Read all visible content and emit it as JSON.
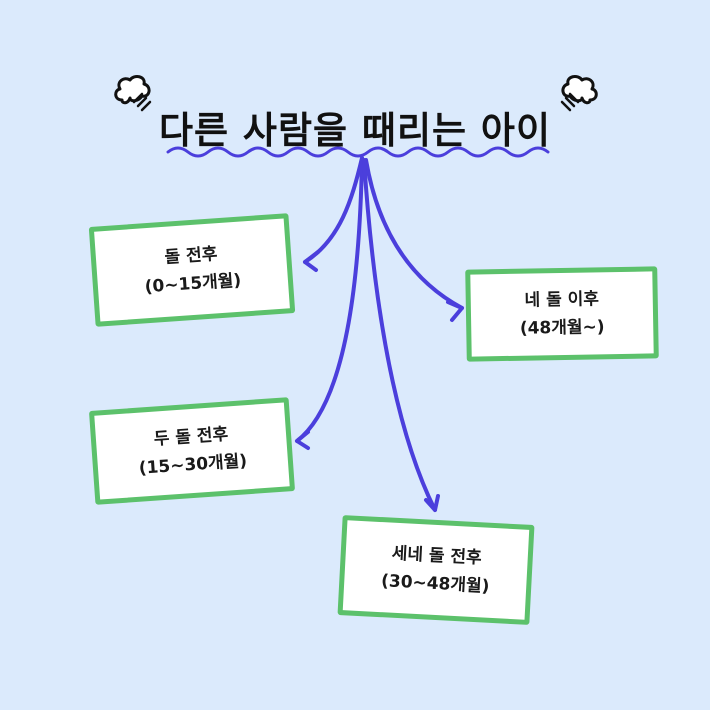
{
  "title": "다른 사람을 때리는 아이",
  "colors": {
    "background": "#dbeafc",
    "arrow": "#4b3fdc",
    "card_border": "#5cc16b",
    "card_fill": "#ffffff",
    "title_text": "#111111"
  },
  "icons": {
    "left": "puff-cloud-icon",
    "right": "puff-cloud-icon"
  },
  "stages": [
    {
      "line1": "돌 전후",
      "line2": "(0~15개월)"
    },
    {
      "line1": "네 돌 이후",
      "line2": "(48개월~)"
    },
    {
      "line1": "두 돌 전후",
      "line2": "(15~30개월)"
    },
    {
      "line1": "세네 돌 전후",
      "line2": "(30~48개월)"
    }
  ]
}
